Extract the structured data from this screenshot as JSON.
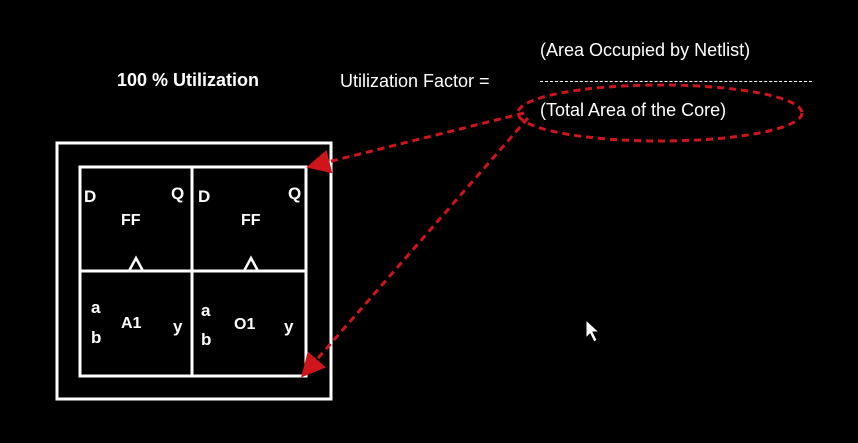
{
  "title": "100 % Utilization",
  "formula": {
    "label": "Utilization Factor =",
    "numerator": "(Area Occupied by Netlist)",
    "denominator": "(Total Area of the Core)"
  },
  "cells": {
    "ff1": {
      "d": "D",
      "q": "Q",
      "name": "FF"
    },
    "ff2": {
      "d": "D",
      "q": "Q",
      "name": "FF"
    },
    "and": {
      "a": "a",
      "b": "b",
      "name": "A1",
      "y": "y"
    },
    "or": {
      "a": "a",
      "b": "b",
      "name": "O1",
      "y": "y"
    }
  },
  "colors": {
    "background": "#000000",
    "foreground": "#ffffff",
    "highlight": "#d0141c"
  }
}
